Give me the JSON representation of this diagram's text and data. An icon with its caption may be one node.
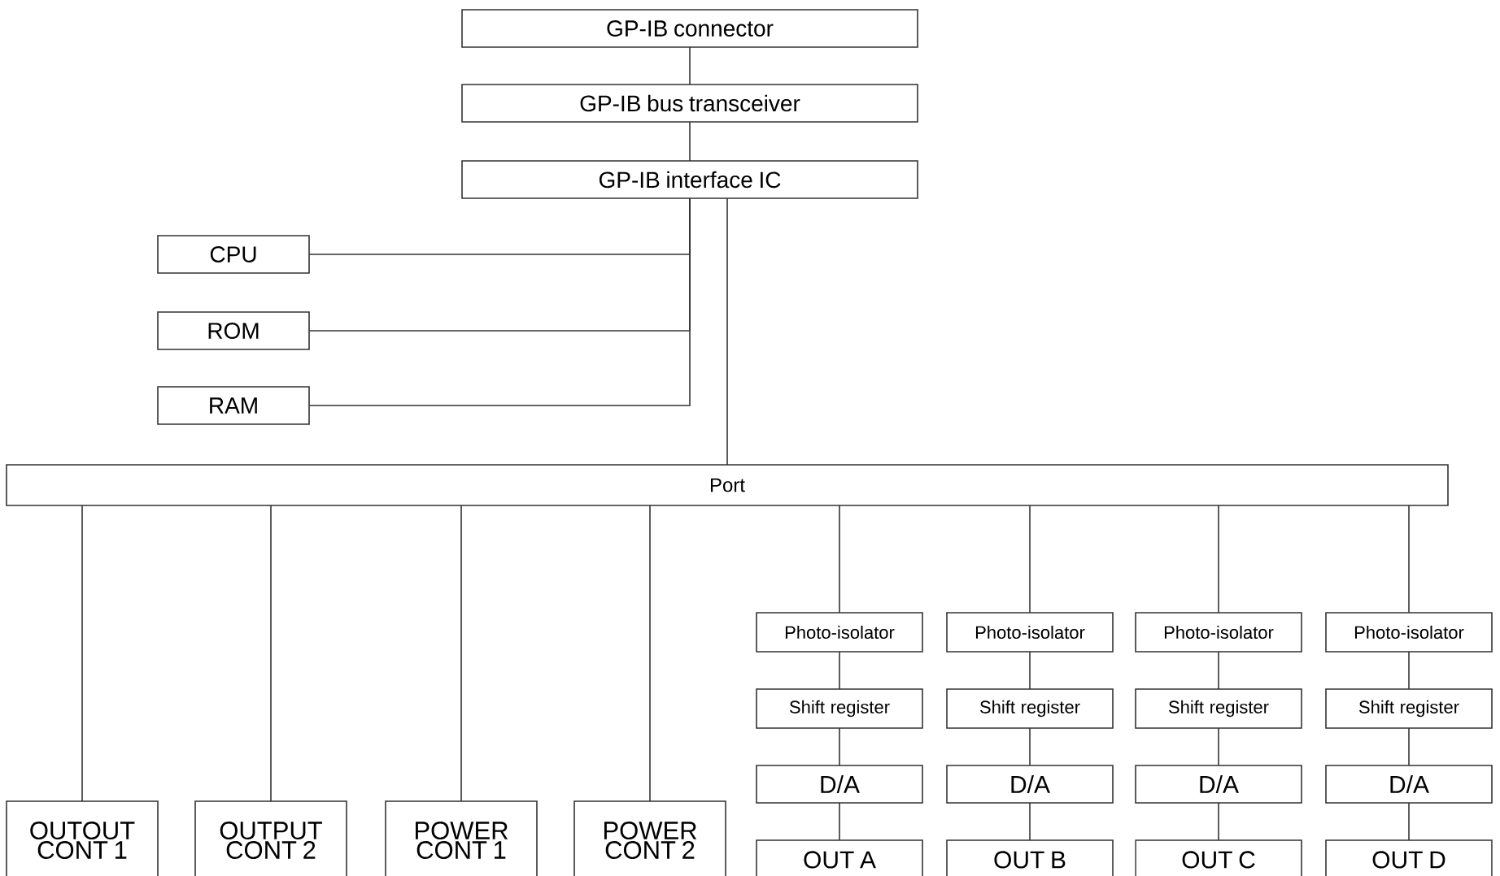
{
  "diagram": {
    "nodes": [
      {
        "text": [
          "GP-IB connector"
        ]
      },
      {
        "text": [
          "GP-IB bus transceiver"
        ]
      },
      {
        "text": [
          "GP-IB interface IC"
        ]
      },
      {
        "text": [
          "CPU"
        ]
      },
      {
        "text": [
          "ROM"
        ]
      },
      {
        "text": [
          "RAM"
        ]
      },
      {
        "text": [
          "Port"
        ]
      },
      {
        "text": [
          "OUTOUT CONT 1"
        ]
      },
      {
        "text": [
          "OUTPUT CONT 2"
        ]
      },
      {
        "text": [
          "POWER CONT 1"
        ]
      },
      {
        "text": [
          "POWER CONT 2"
        ]
      },
      {
        "text": [
          "Photo-isolator"
        ]
      },
      {
        "text": [
          "Photo-isolator"
        ]
      },
      {
        "text": [
          "Photo-isolator"
        ]
      },
      {
        "text": [
          "Photo-isolator"
        ]
      },
      {
        "text": [
          "Shift register"
        ]
      },
      {
        "text": [
          "Shift register"
        ]
      },
      {
        "text": [
          "Shift register"
        ]
      },
      {
        "text": [
          "Shift register"
        ]
      },
      {
        "text": [
          "D/A"
        ]
      },
      {
        "text": [
          "D/A"
        ]
      },
      {
        "text": [
          "D/A"
        ]
      },
      {
        "text": [
          "D/A"
        ]
      },
      {
        "text": [
          "OUT A"
        ]
      },
      {
        "text": [
          "OUT B"
        ]
      },
      {
        "text": [
          "OUT C"
        ]
      },
      {
        "text": [
          "OUT D"
        ]
      }
    ],
    "edges": [
      {
        "from": 0,
        "to": 1,
        "arrow": "none"
      },
      {
        "from": 1,
        "to": 2,
        "arrow": "none"
      },
      {
        "from": 2,
        "to": 6,
        "arrow": "none"
      },
      {
        "from": 3,
        "to": 2,
        "arrow": "none"
      },
      {
        "from": 4,
        "to": 2,
        "arrow": "none"
      },
      {
        "from": 5,
        "to": 2,
        "arrow": "none"
      },
      {
        "from": 6,
        "to": 7,
        "arrow": "none"
      },
      {
        "from": 6,
        "to": 8,
        "arrow": "none"
      },
      {
        "from": 6,
        "to": 9,
        "arrow": "none"
      },
      {
        "from": 6,
        "to": 10,
        "arrow": "none"
      },
      {
        "from": 6,
        "to": 11,
        "arrow": "none"
      },
      {
        "from": 6,
        "to": 12,
        "arrow": "none"
      },
      {
        "from": 6,
        "to": 13,
        "arrow": "none"
      },
      {
        "from": 6,
        "to": 14,
        "arrow": "none"
      },
      {
        "from": 11,
        "to": 15,
        "arrow": "none"
      },
      {
        "from": 12,
        "to": 16,
        "arrow": "none"
      },
      {
        "from": 13,
        "to": 17,
        "arrow": "none"
      },
      {
        "from": 14,
        "to": 18,
        "arrow": "none"
      },
      {
        "from": 15,
        "to": 19,
        "arrow": "none"
      },
      {
        "from": 16,
        "to": 20,
        "arrow": "none"
      },
      {
        "from": 17,
        "to": 21,
        "arrow": "none"
      },
      {
        "from": 18,
        "to": 22,
        "arrow": "none"
      },
      {
        "from": 19,
        "to": 23,
        "arrow": "none"
      },
      {
        "from": 20,
        "to": 24,
        "arrow": "none"
      },
      {
        "from": 21,
        "to": 25,
        "arrow": "none"
      },
      {
        "from": 22,
        "to": 26,
        "arrow": "none"
      }
    ]
  }
}
